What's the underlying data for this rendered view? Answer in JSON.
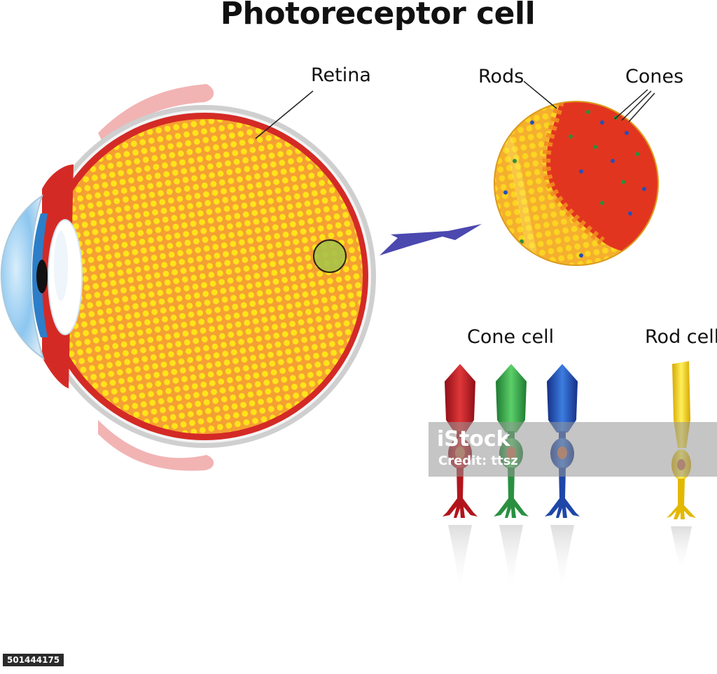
{
  "title": "Photoreceptor cell",
  "labels": {
    "retina": "Retina",
    "rods": "Rods",
    "cones": "Cones",
    "cone_cell": "Cone cell",
    "rod_cell": "Rod cell"
  },
  "watermark": {
    "brand": "iStock",
    "credit": "Credit: ttsz"
  },
  "stock_id": "501444175",
  "colors": {
    "retina_fill": "#f7a033",
    "retina_dots": "#ffe31a",
    "sclera_red": "#d42a26",
    "cornea_blue": "#2f8fd6",
    "arrow": "#4b48b0",
    "rod_yellow": "#f2d81c",
    "cone_red": "#c41e26",
    "cone_green": "#33a84a",
    "cone_blue": "#2450b8"
  },
  "icons": [
    "eye-cross-section",
    "retina-closeup",
    "pointer-arrow",
    "cone-cell-red",
    "cone-cell-green",
    "cone-cell-blue",
    "rod-cell"
  ]
}
